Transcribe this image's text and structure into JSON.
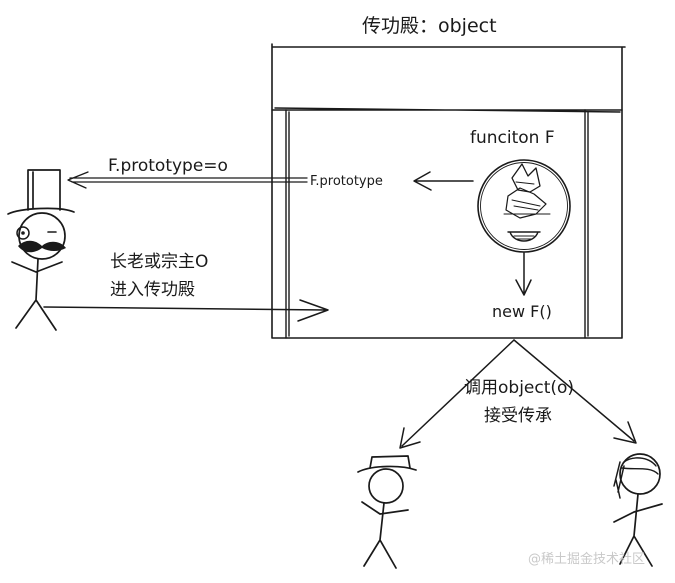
{
  "diagram": {
    "title": "传功殿：object",
    "function_label": "funciton F",
    "prototype_inner_label": "F.prototype",
    "prototype_assign_label": "F.prototype=o",
    "new_label": "new F()",
    "elder_line1": "长老或宗主O",
    "elder_line2": "进入传功殿",
    "call_line1": "调用object(o)",
    "call_line2": "接受传承"
  },
  "watermark": "@稀土掘金技术社区"
}
